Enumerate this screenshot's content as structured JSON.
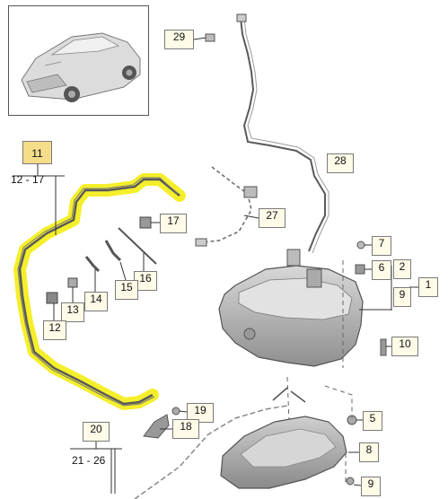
{
  "callouts": {
    "c2": "2",
    "c5": "5",
    "c6": "6",
    "c7": "7",
    "c8": "8",
    "c9a": "9",
    "c9b": "9",
    "c10": "10",
    "c11": "11",
    "c12": "12",
    "c13": "13",
    "c14": "14",
    "c15": "15",
    "c16": "16",
    "c17": "17",
    "c18": "18",
    "c19": "19",
    "c20": "20",
    "c27": "27",
    "c28": "28",
    "c29": "29",
    "c1": "1",
    "range_11": "12 - 17",
    "range_20": "21 - 26"
  },
  "colors": {
    "highlight": "#f4ef2a",
    "part_line": "#4a4a4a",
    "tank_fill": "#c9c9c9",
    "tank_shade": "#9a9a9a"
  },
  "icons": [
    "vehicle-thumbnail-icon"
  ]
}
